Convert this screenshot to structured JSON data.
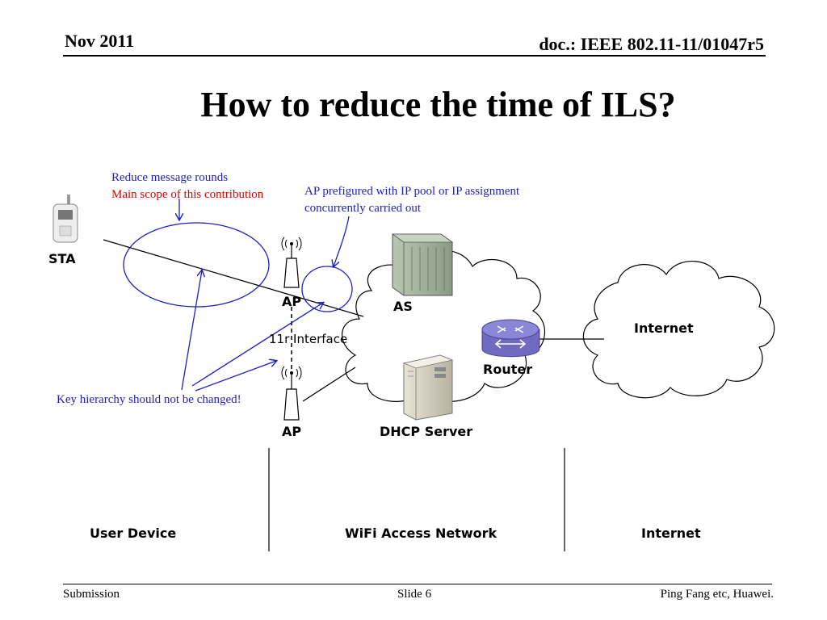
{
  "header": {
    "date": "Nov 2011",
    "doc_id": "doc.: IEEE 802.11-11/01047r5"
  },
  "slide": {
    "title": "How to reduce the time of ILS?"
  },
  "annotations": {
    "reduce_rounds": "Reduce message rounds",
    "main_scope": "Main scope of this contribution",
    "ap_prefigured_line1": "AP prefigured with IP pool or IP assignment",
    "ap_prefigured_line2": "concurrently carried out",
    "key_hierarchy": "Key hierarchy should not be changed!"
  },
  "nodes": {
    "sta": "STA",
    "ap_top": "AP",
    "ap_bottom": "AP",
    "interface": "11r Interface",
    "as": "AS",
    "router": "Router",
    "dhcp": "DHCP Server",
    "internet_cloud": "Internet"
  },
  "zones": {
    "user_device": "User Device",
    "wifi_access": "WiFi Access Network",
    "internet": "Internet"
  },
  "footer": {
    "left": "Submission",
    "center": "Slide 6",
    "right": "Ping Fang etc, Huawei."
  },
  "colors": {
    "annotation_blue": "#1f1fbf",
    "annotation_red": "#e00000",
    "router_purple": "#8a86d8"
  }
}
